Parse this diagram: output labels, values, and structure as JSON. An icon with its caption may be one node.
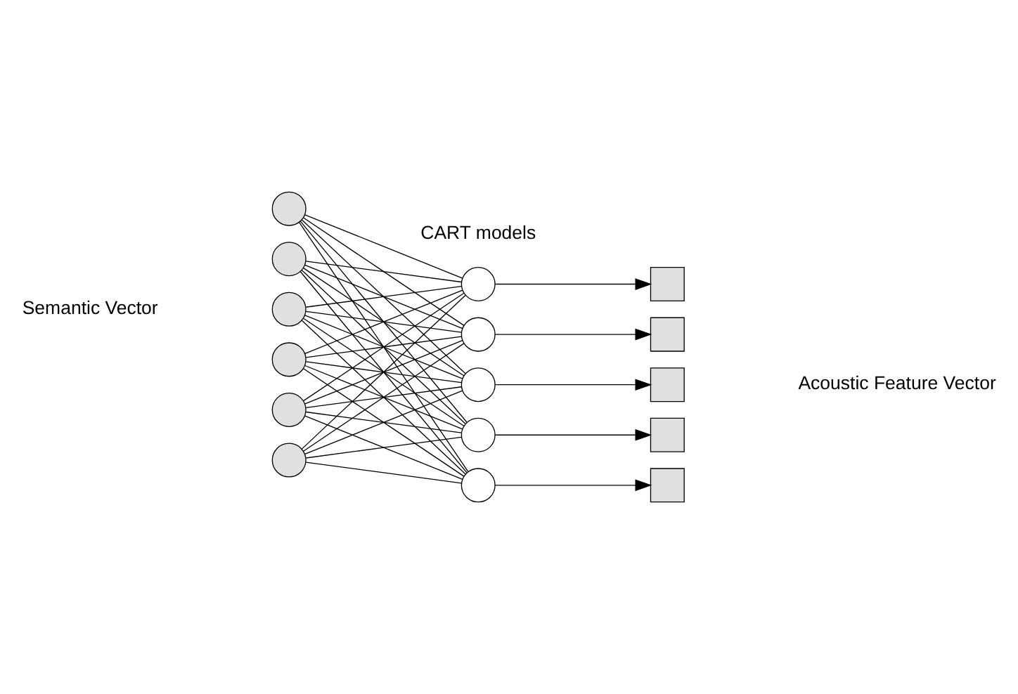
{
  "diagram": {
    "nodes": [
      {
        "text": [],
        "shape": "circle"
      },
      {
        "text": [],
        "shape": "circle"
      },
      {
        "text": [],
        "shape": "circle"
      },
      {
        "text": [],
        "shape": "circle"
      },
      {
        "text": [],
        "shape": "circle"
      },
      {
        "text": [],
        "shape": "circle"
      },
      {
        "text": [],
        "shape": "circle"
      },
      {
        "text": [],
        "shape": "circle"
      },
      {
        "text": [],
        "shape": "circle"
      },
      {
        "text": [],
        "shape": "circle"
      },
      {
        "text": [],
        "shape": "circle"
      },
      {
        "text": [],
        "shape": "box"
      },
      {
        "text": [],
        "shape": "box"
      },
      {
        "text": [],
        "shape": "box"
      },
      {
        "text": [],
        "shape": "box"
      },
      {
        "text": [],
        "shape": "box"
      }
    ],
    "edges": [
      {
        "from": 0,
        "to": 6,
        "arrow": "none"
      },
      {
        "from": 0,
        "to": 7,
        "arrow": "none"
      },
      {
        "from": 0,
        "to": 8,
        "arrow": "none"
      },
      {
        "from": 0,
        "to": 9,
        "arrow": "none"
      },
      {
        "from": 0,
        "to": 10,
        "arrow": "none"
      },
      {
        "from": 1,
        "to": 6,
        "arrow": "none"
      },
      {
        "from": 1,
        "to": 7,
        "arrow": "none"
      },
      {
        "from": 1,
        "to": 8,
        "arrow": "none"
      },
      {
        "from": 1,
        "to": 9,
        "arrow": "none"
      },
      {
        "from": 1,
        "to": 10,
        "arrow": "none"
      },
      {
        "from": 2,
        "to": 6,
        "arrow": "none"
      },
      {
        "from": 2,
        "to": 7,
        "arrow": "none"
      },
      {
        "from": 2,
        "to": 8,
        "arrow": "none"
      },
      {
        "from": 2,
        "to": 9,
        "arrow": "none"
      },
      {
        "from": 2,
        "to": 10,
        "arrow": "none"
      },
      {
        "from": 3,
        "to": 6,
        "arrow": "none"
      },
      {
        "from": 3,
        "to": 7,
        "arrow": "none"
      },
      {
        "from": 3,
        "to": 8,
        "arrow": "none"
      },
      {
        "from": 3,
        "to": 9,
        "arrow": "none"
      },
      {
        "from": 3,
        "to": 10,
        "arrow": "none"
      },
      {
        "from": 4,
        "to": 6,
        "arrow": "none"
      },
      {
        "from": 4,
        "to": 7,
        "arrow": "none"
      },
      {
        "from": 4,
        "to": 8,
        "arrow": "none"
      },
      {
        "from": 4,
        "to": 9,
        "arrow": "none"
      },
      {
        "from": 4,
        "to": 10,
        "arrow": "none"
      },
      {
        "from": 5,
        "to": 6,
        "arrow": "none"
      },
      {
        "from": 5,
        "to": 7,
        "arrow": "none"
      },
      {
        "from": 5,
        "to": 8,
        "arrow": "none"
      },
      {
        "from": 5,
        "to": 9,
        "arrow": "none"
      },
      {
        "from": 5,
        "to": 10,
        "arrow": "none"
      },
      {
        "from": 6,
        "to": 11,
        "arrow": "to"
      },
      {
        "from": 7,
        "to": 12,
        "arrow": "to"
      },
      {
        "from": 8,
        "to": 13,
        "arrow": "to"
      },
      {
        "from": 9,
        "to": 14,
        "arrow": "to"
      },
      {
        "from": 10,
        "to": 15,
        "arrow": "to"
      }
    ],
    "labels": [
      "CART models",
      "Semantic Vector",
      "Acoustic Feature Vector"
    ]
  }
}
